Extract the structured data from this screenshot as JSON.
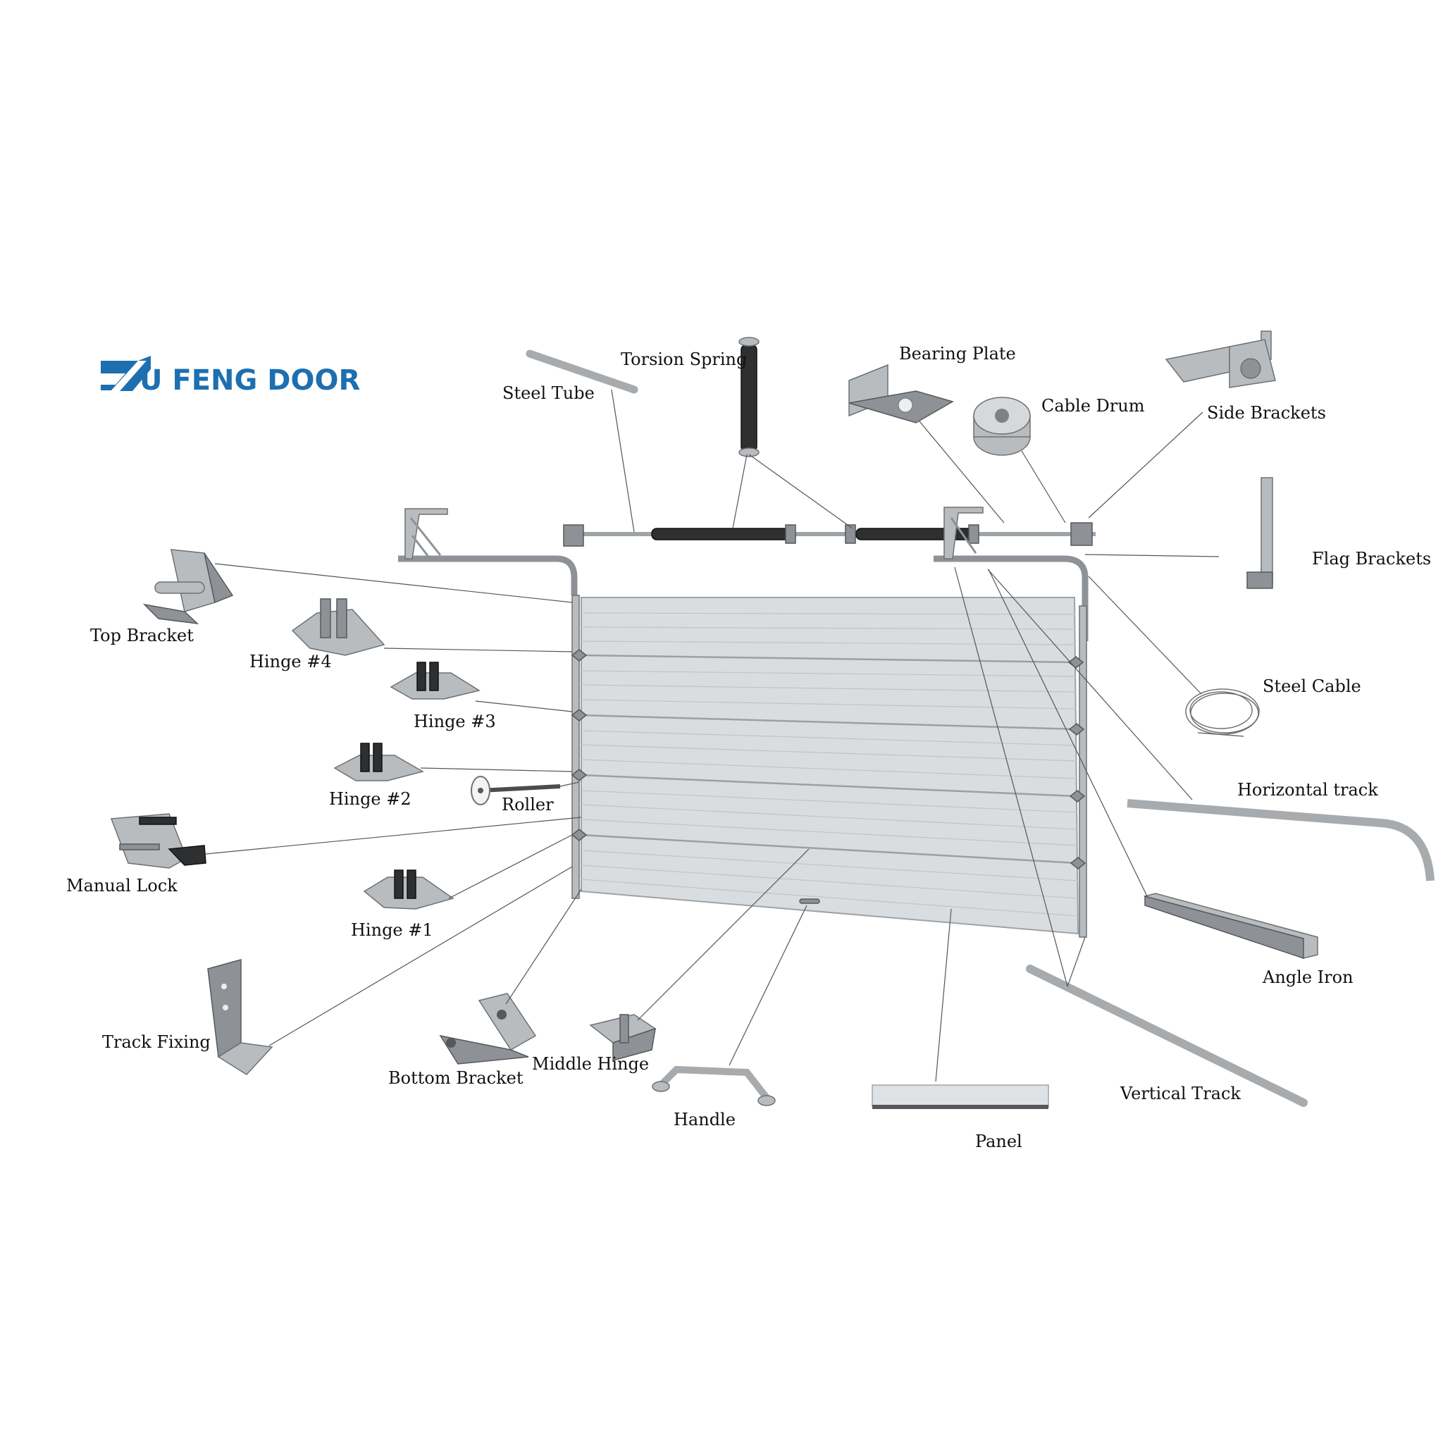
{
  "brand": {
    "name": "U FENG DOOR",
    "color": "#1d6fb0"
  },
  "labels": {
    "steel_tube": "Steel Tube",
    "torsion_spring": "Torsion Spring",
    "bearing_plate": "Bearing Plate",
    "cable_drum": "Cable Drum",
    "side_brackets": "Side Brackets",
    "flag_brackets": "Flag Brackets",
    "top_bracket": "Top Bracket",
    "hinge_4": "Hinge #4",
    "hinge_3": "Hinge #3",
    "hinge_2": "Hinge #2",
    "roller": "Roller",
    "manual_lock": "Manual Lock",
    "hinge_1": "Hinge #1",
    "track_fixing": "Track Fixing",
    "bottom_bracket": "Bottom Bracket",
    "middle_hinge": "Middle Hinge",
    "handle": "Handle",
    "panel": "Panel",
    "vertical_track": "Vertical Track",
    "angle_iron": "Angle Iron",
    "horizontal_track": "Horizontal track",
    "steel_cable": "Steel Cable"
  },
  "icons": {
    "logo": "stylized-x-logo-icon",
    "parts": [
      "steel-tube-icon",
      "torsion-spring-icon",
      "bearing-plate-icon",
      "cable-drum-icon",
      "side-bracket-icon",
      "flag-bracket-icon",
      "top-bracket-icon",
      "hinge-icon",
      "roller-icon",
      "manual-lock-icon",
      "track-fixing-icon",
      "bottom-bracket-icon",
      "middle-hinge-icon",
      "handle-icon",
      "panel-icon",
      "vertical-track-icon",
      "angle-iron-icon",
      "horizontal-track-icon",
      "steel-cable-icon"
    ]
  }
}
